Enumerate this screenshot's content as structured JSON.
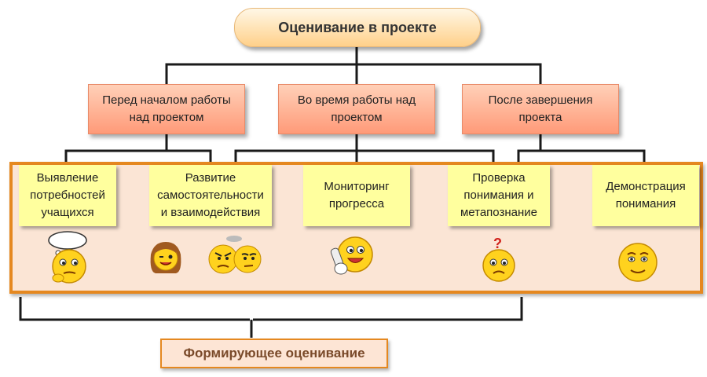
{
  "root": {
    "label": "Оценивание в проекте"
  },
  "stages": [
    {
      "label": "Перед началом работы\nнад проектом"
    },
    {
      "label": "Во время работы над\nпроектом"
    },
    {
      "label": "После завершения\nпроекта"
    }
  ],
  "activities": [
    {
      "label": "Выявление\nпотребностей\nучащихся"
    },
    {
      "label": "Развитие\nсамостоятельности\nи взаимодействия"
    },
    {
      "label": "Мониторинг\nпрогресса"
    },
    {
      "label": "Проверка\nпонимания и\nметапознание"
    },
    {
      "label": "Демонстрация\nпонимания"
    }
  ],
  "footer": {
    "label": "Формирующее оценивание"
  },
  "icons": [
    "thinking-smiley-icon",
    "winking-girl-smiley-icon",
    "angry-smileys-icon",
    "phone-smiley-icon",
    "confused-smiley-icon",
    "content-smiley-icon"
  ],
  "colors": {
    "root_fill": "#ffe2b3",
    "stage_fill": "#ff9a78",
    "panel_fill": "#fbe5d5",
    "panel_border": "#e58820",
    "note_fill": "#ffff9e",
    "connector": "#1a1a1a",
    "smiley_fill": "#ffd21e"
  }
}
